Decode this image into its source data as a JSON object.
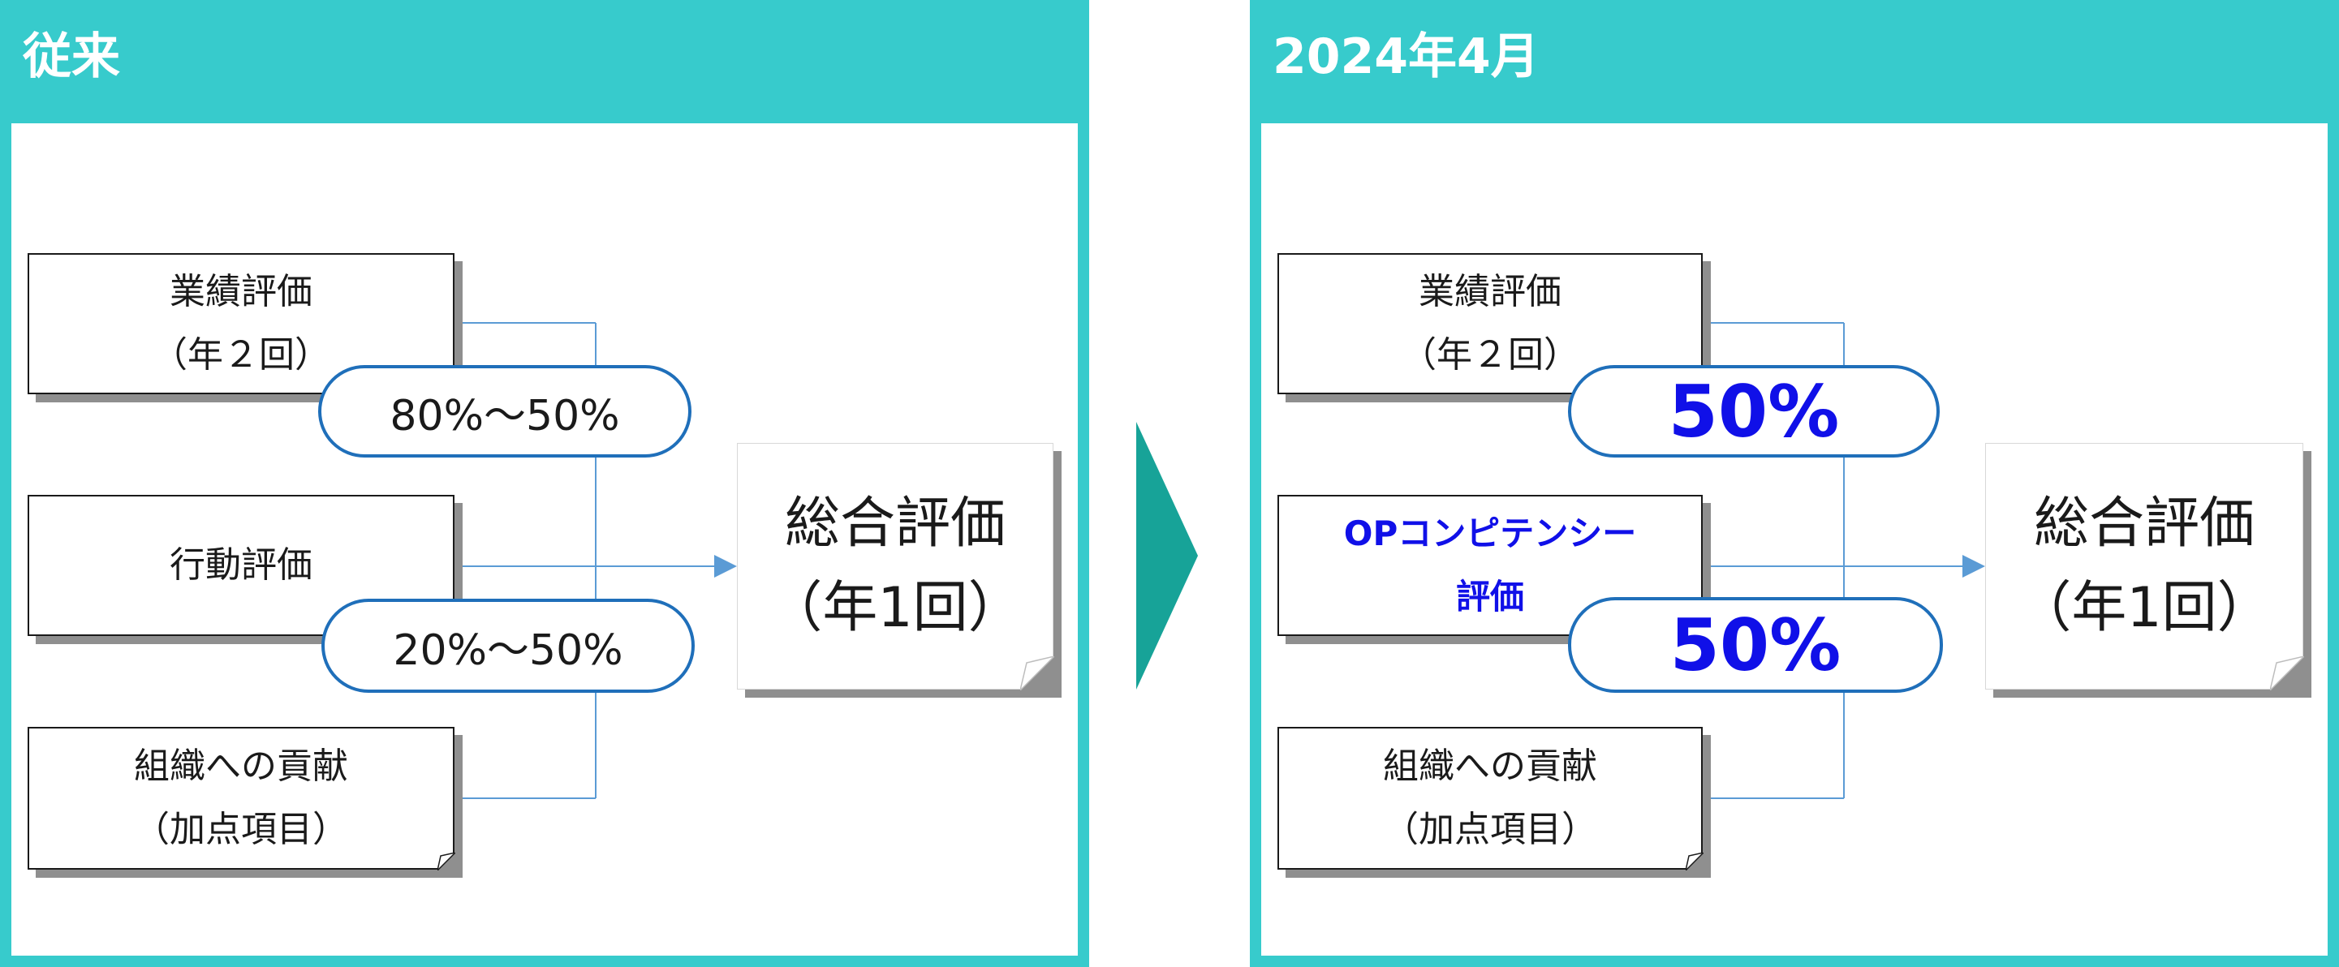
{
  "colors": {
    "panel": "#37cbcc",
    "pill_border": "#1f6fba",
    "connector": "#5b9bd5",
    "highlight_text": "#1010e8",
    "arrow": "#17a398"
  },
  "left_panel": {
    "title": "従来",
    "boxes": {
      "performance": {
        "line1": "業績評価",
        "line2": "（年２回）"
      },
      "behavior": {
        "line1": "行動評価"
      },
      "contribution": {
        "line1": "組織への貢献",
        "line2": "（加点項目）"
      }
    },
    "weights": {
      "top": "80%～50%",
      "bottom": "20%～50%"
    },
    "total": {
      "line1": "総合評価",
      "line2": "（年1回）"
    }
  },
  "right_panel": {
    "title": "2024年4月",
    "boxes": {
      "performance": {
        "line1": "業績評価",
        "line2": "（年２回）"
      },
      "competency": {
        "line1": "OPコンピテンシー",
        "line2": "評価"
      },
      "contribution": {
        "line1": "組織への貢献",
        "line2": "（加点項目）"
      }
    },
    "weights": {
      "top": "50%",
      "bottom": "50%"
    },
    "total": {
      "line1": "総合評価",
      "line2": "（年1回）"
    }
  },
  "transition_arrow": {
    "icon": "chevron-right-triangle"
  }
}
